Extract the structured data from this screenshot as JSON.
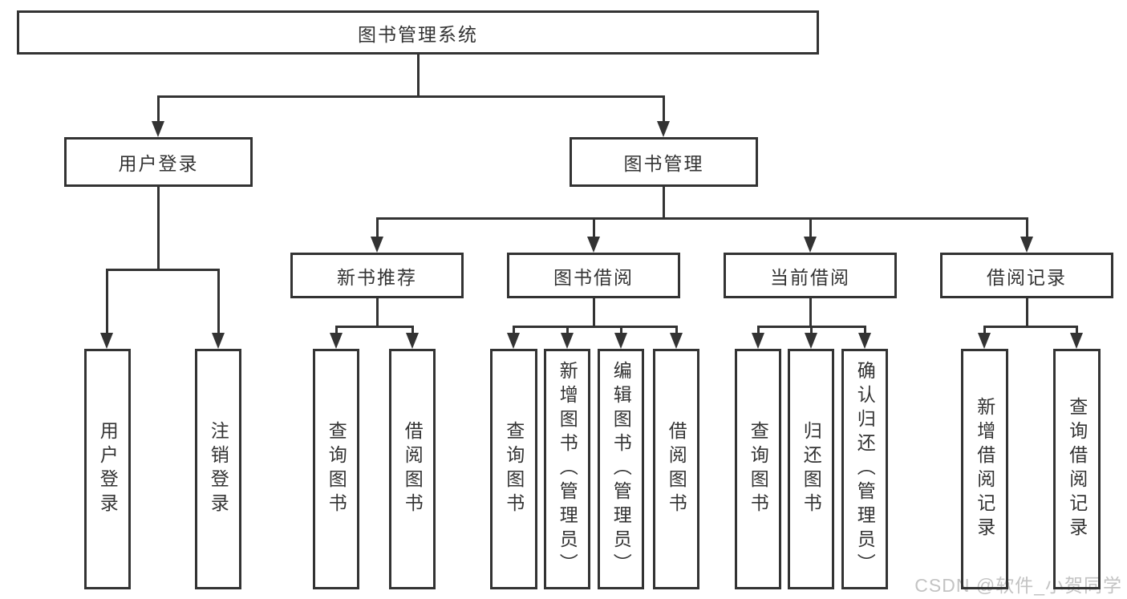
{
  "tree": {
    "label": "图书管理系统",
    "children": [
      {
        "label": "用户登录",
        "children": [
          {
            "label": "用户登录"
          },
          {
            "label": "注销登录"
          }
        ]
      },
      {
        "label": "图书管理",
        "children": [
          {
            "label": "新书推荐",
            "children": [
              {
                "label": "查询图书"
              },
              {
                "label": "借阅图书"
              }
            ]
          },
          {
            "label": "图书借阅",
            "children": [
              {
                "label": "查询图书"
              },
              {
                "label": "新增图书（管理员）"
              },
              {
                "label": "编辑图书（管理员）"
              },
              {
                "label": "借阅图书"
              }
            ]
          },
          {
            "label": "当前借阅",
            "children": [
              {
                "label": "查询图书"
              },
              {
                "label": "归还图书"
              },
              {
                "label": "确认归还（管理员）"
              }
            ]
          },
          {
            "label": "借阅记录",
            "children": [
              {
                "label": "新增借阅记录"
              },
              {
                "label": "查询借阅记录"
              }
            ]
          }
        ]
      }
    ]
  },
  "watermark": {
    "text": "CSDN @软件_小贺同学"
  },
  "colors": {
    "line": "#333333",
    "box_border": "#333333",
    "text": "#333333",
    "watermark": "#c3c3c3",
    "background": "#ffffff"
  }
}
